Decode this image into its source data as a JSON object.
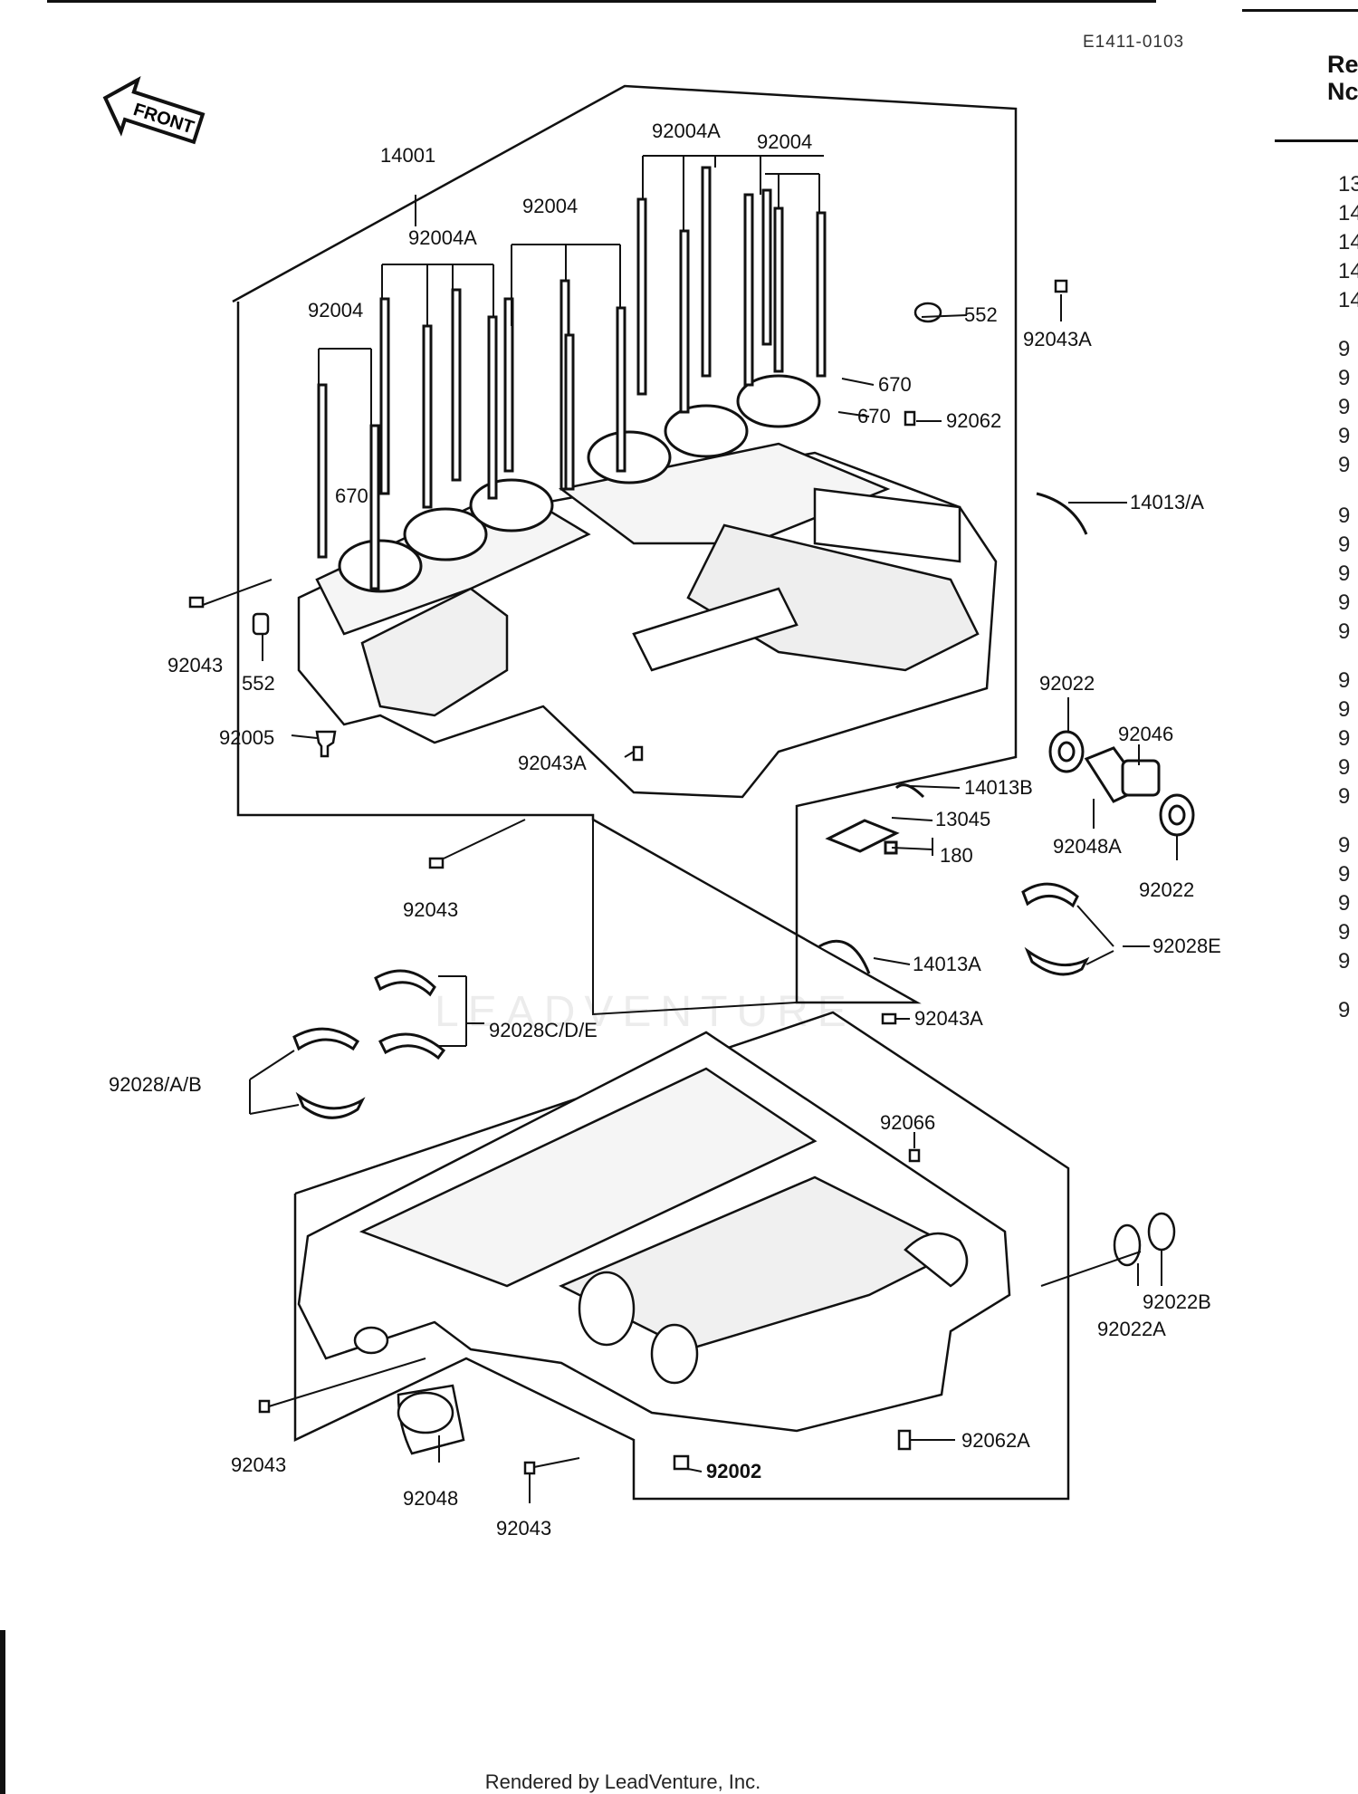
{
  "page": {
    "diagram_id": "E1411-0103",
    "ref_header_line1": "Re",
    "ref_header_line2": "Nc",
    "footer": "Rendered by LeadVenture, Inc.",
    "watermark": "LEADVENTURE",
    "front_arrow": "FRONT"
  },
  "ref_column": [
    "13",
    "14",
    "14",
    "14",
    "14",
    "9",
    "9",
    "9",
    "9",
    "9",
    "9",
    "9",
    "9",
    "9",
    "9",
    "9",
    "9",
    "9",
    "9",
    "9",
    "9",
    "9",
    "9",
    "9",
    "9",
    "9"
  ],
  "labels": {
    "p14001": "14001",
    "p92004A_top": "92004A",
    "p92004_top": "92004",
    "p92004_mid": "92004",
    "p92004A_mid": "92004A",
    "p92004_left": "92004",
    "p552_top": "552",
    "p92043A_top": "92043A",
    "p670_a": "670",
    "p670_b": "670",
    "p92062": "92062",
    "p670_c": "670",
    "p14013A_top": "14013/A",
    "p92043_left": "92043",
    "p552_left": "552",
    "p92005": "92005",
    "p92043A_mid": "92043A",
    "p92022_a": "92022",
    "p92046": "92046",
    "p14013B": "14013B",
    "p13045": "13045",
    "p180": "180",
    "p92048A": "92048A",
    "p92022_b": "92022",
    "p92043_mid": "92043",
    "p92028E": "92028E",
    "p14013A": "14013A",
    "p92043A_low": "92043A",
    "p92028CDE": "92028C/D/E",
    "p92028AB": "92028/A/B",
    "p92066": "92066",
    "p92022B": "92022B",
    "p92022A": "92022A",
    "p92043_low1": "92043",
    "p92048": "92048",
    "p92002": "92002",
    "p92062A": "92062A",
    "p92043_low2": "92043"
  }
}
